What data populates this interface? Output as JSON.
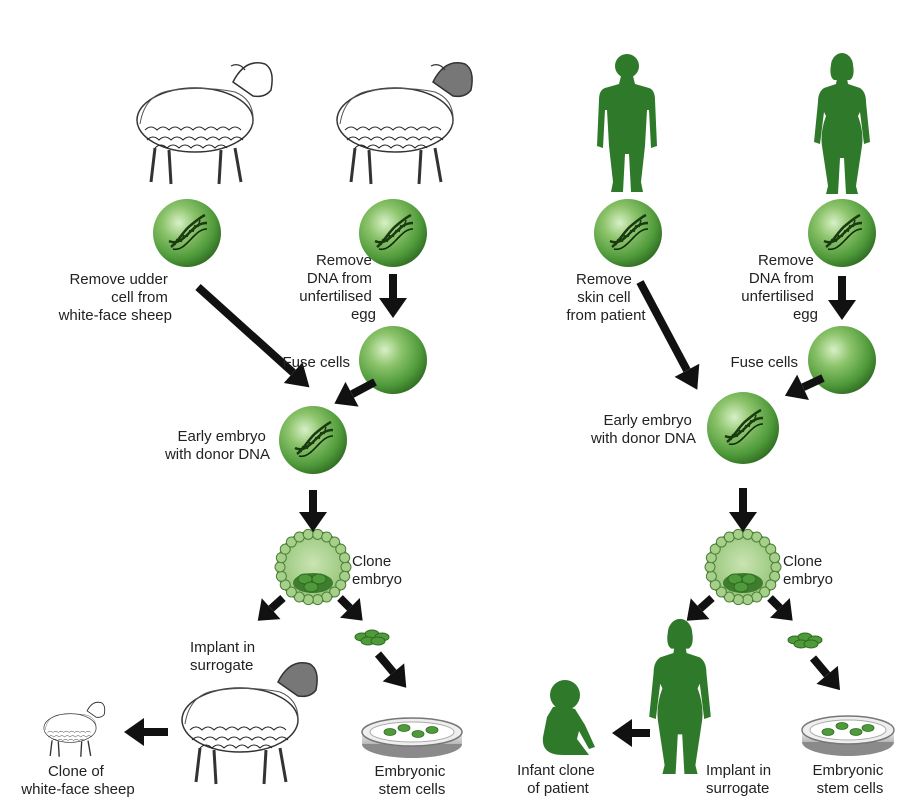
{
  "left_panel": {
    "step1_label": [
      "Remove udder",
      "cell from",
      "white-face sheep"
    ],
    "step2_label": [
      "Remove",
      "DNA from",
      "unfertilised",
      "egg"
    ],
    "fuse_label": "Fuse cells",
    "embryo_label": [
      "Early embryo",
      "with donor DNA"
    ],
    "clone_embryo_label": [
      "Clone",
      "embryo"
    ],
    "implant_label": [
      "Implant in",
      "surrogate"
    ],
    "result_label": [
      "Clone of",
      "white-face sheep"
    ],
    "stem_label": [
      "Embryonic",
      "stem cells"
    ]
  },
  "right_panel": {
    "step1_label": [
      "Remove",
      "skin cell",
      "from patient"
    ],
    "step2_label": [
      "Remove",
      "DNA from",
      "unfertilised",
      "egg"
    ],
    "fuse_label": "Fuse cells",
    "embryo_label": [
      "Early embryo",
      "with donor DNA"
    ],
    "clone_embryo_label": [
      "Clone",
      "embryo"
    ],
    "implant_label": [
      "Implant in",
      "surrogate"
    ],
    "result_label": [
      "Infant clone",
      "of patient"
    ],
    "stem_label": [
      "Embryonic",
      "stem cells"
    ]
  },
  "colors": {
    "cell_green": "#4f9a3a",
    "cell_dark": "#2f6b22",
    "silhouette_green": "#2f7a2a",
    "arrow": "#111111",
    "sheep_face": "#777777"
  }
}
